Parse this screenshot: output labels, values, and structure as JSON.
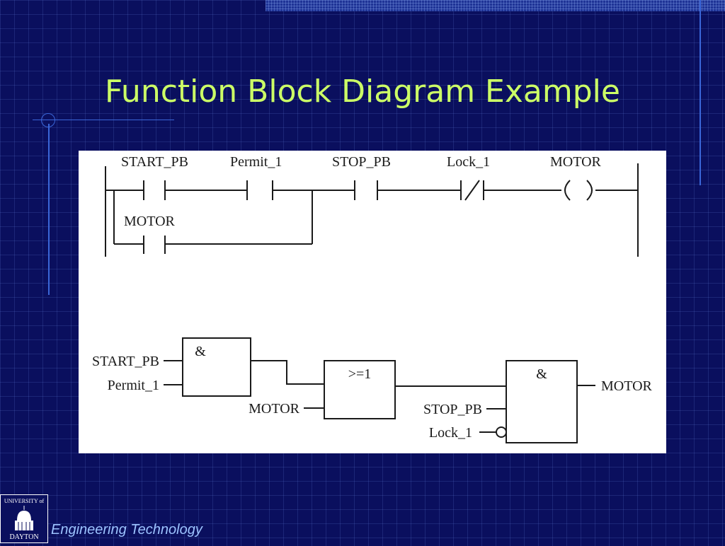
{
  "slide": {
    "title": "Function Block Diagram Example",
    "footer": "Engineering Technology",
    "colors": {
      "background": "#0a0f5e",
      "title": "#ccff66",
      "footer": "#9cc3ff"
    }
  },
  "logo": {
    "line1": "UNIVERSITY of",
    "line2": "DAYTON"
  },
  "ladder": {
    "contact_start": "START_PB",
    "contact_permit": "Permit_1",
    "contact_stop": "STOP_PB",
    "contact_lock": "Lock_1",
    "coil_motor": "MOTOR",
    "contact_motor": "MOTOR"
  },
  "fbd": {
    "and1_op": "&",
    "or_op": ">=1",
    "and2_op": "&",
    "in_start": "START_PB",
    "in_permit": "Permit_1",
    "in_motor": "MOTOR",
    "in_stop": "STOP_PB",
    "in_lock": "Lock_1",
    "out_motor": "MOTOR"
  }
}
